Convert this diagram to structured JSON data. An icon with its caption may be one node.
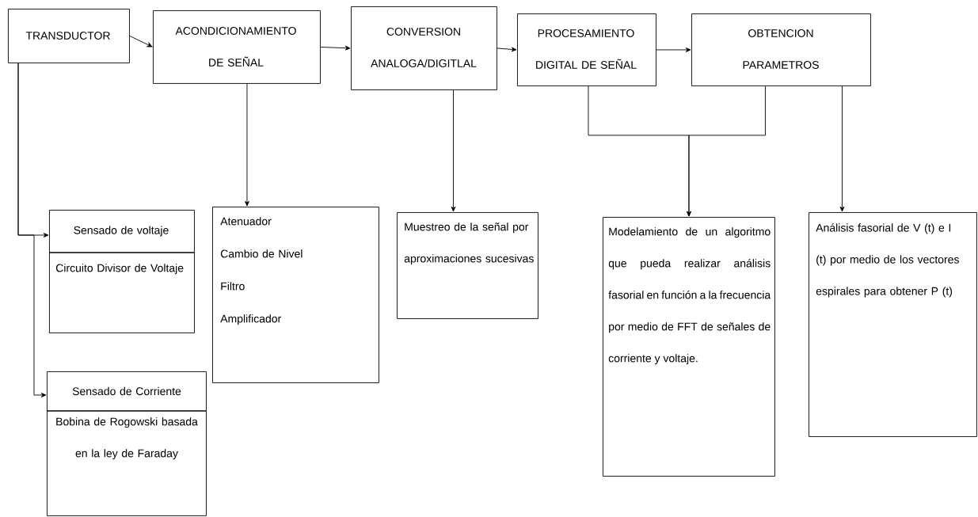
{
  "diagram": {
    "nodes": [
      {
        "text": [
          "TRANSDUCTOR"
        ]
      },
      {
        "text": [
          "ACONDICIONAMIENTO DE SEÑAL"
        ]
      },
      {
        "text": [
          "CONVERSION ANALOGA/DIGITLAL"
        ]
      },
      {
        "text": [
          "PROCESAMIENTO DIGITAL DE SEÑAL"
        ]
      },
      {
        "text": [
          "OBTENCION PARAMETROS"
        ]
      },
      {
        "text": [
          "Sensado de voltaje",
          "Circuito Divisor de Voltaje"
        ]
      },
      {
        "text": [
          "Sensado de Corriente",
          "Bobina de Rogowski basada en la ley de Faraday"
        ]
      },
      {
        "text": [
          "Atenuador",
          "Cambio de Nivel",
          "Filtro",
          "Amplificador"
        ]
      },
      {
        "text": [
          "Muestreo de la señal por aproximaciones sucesivas"
        ]
      },
      {
        "text": [
          "Modelamiento de un algoritmo que pueda realizar análisis fasorial en función a la frecuencia por medio de FFT de señales de corriente y voltaje."
        ]
      },
      {
        "text": [
          "Análisis fasorial de V (t) e I (t) por medio de los vectores espirales para obtener P (t)"
        ]
      }
    ],
    "edges": [
      {
        "from": 0,
        "to": 1,
        "arrow": "to"
      },
      {
        "from": 1,
        "to": 2,
        "arrow": "to"
      },
      {
        "from": 2,
        "to": 3,
        "arrow": "to"
      },
      {
        "from": 3,
        "to": 4,
        "arrow": "to"
      },
      {
        "from": 0,
        "to": 5,
        "arrow": "to"
      },
      {
        "from": 0,
        "to": 6,
        "arrow": "to"
      },
      {
        "from": 1,
        "to": 7,
        "arrow": "to"
      },
      {
        "from": 2,
        "to": 8,
        "arrow": "to"
      },
      {
        "from": 3,
        "to": 9,
        "arrow": "to"
      },
      {
        "from": 4,
        "to": 9,
        "arrow": "to"
      },
      {
        "from": 4,
        "to": 10,
        "arrow": "to"
      }
    ]
  }
}
